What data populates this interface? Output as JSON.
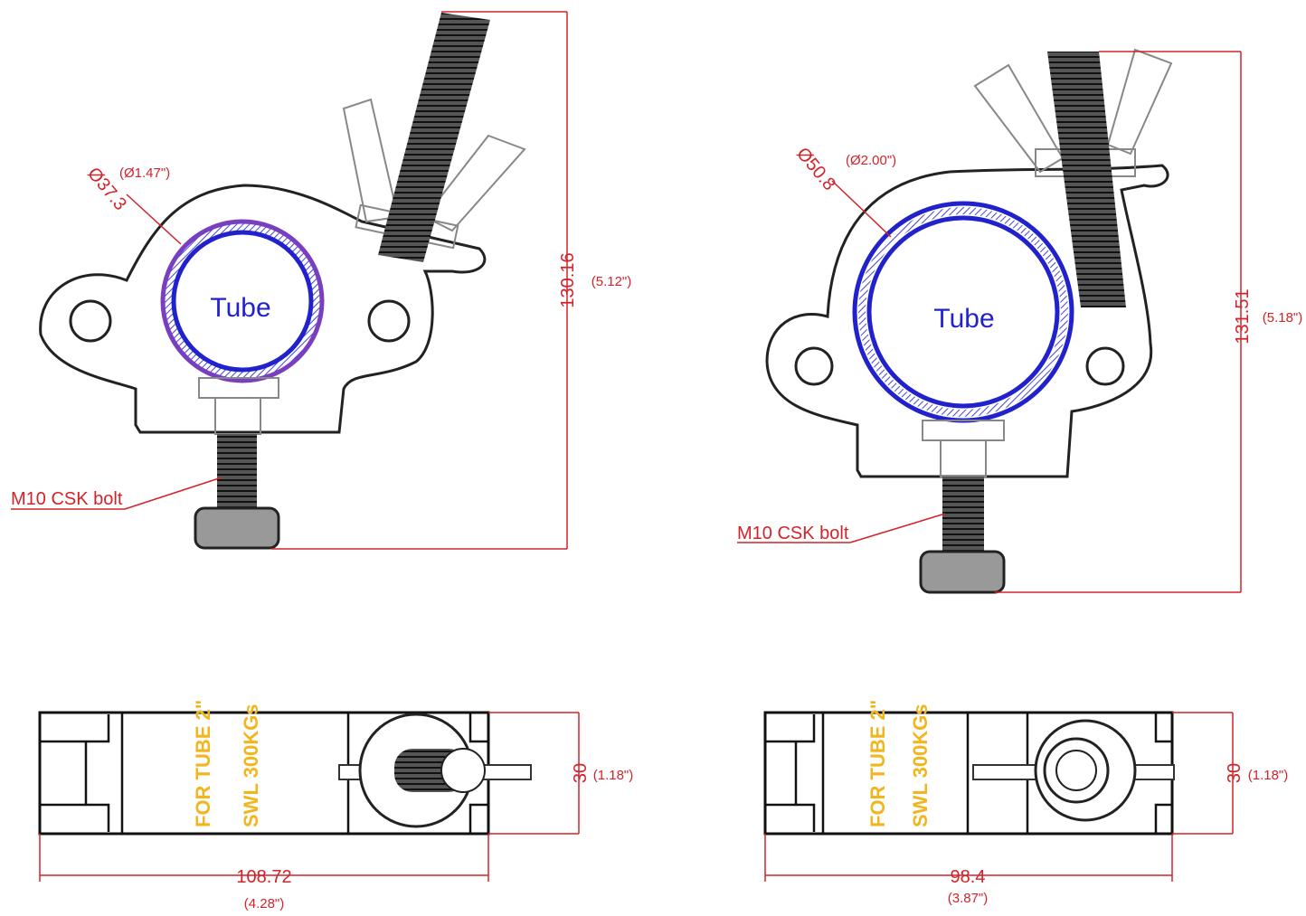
{
  "colors": {
    "dimension": "#d2232a",
    "tube": "#2222cc",
    "label": "#f2b51c"
  },
  "left_clamp": {
    "tube_label": "Tube",
    "diameter_mm": "Ø37.3",
    "diameter_in": "(Ø1.47\")",
    "height_mm": "130.16",
    "height_in": "(5.12\")",
    "bolt_label": "M10 CSK bolt"
  },
  "right_clamp": {
    "tube_label": "Tube",
    "diameter_mm": "Ø50.8",
    "diameter_in": "(Ø2.00\")",
    "height_mm": "131.51",
    "height_in": "(5.18\")",
    "bolt_label": "M10 CSK bolt"
  },
  "left_top_view": {
    "line1": "FOR TUBE 2\"",
    "line2": "SWL 300KGs",
    "thickness_mm": "30",
    "thickness_in": "(1.18\")",
    "width_mm": "108.72",
    "width_in": "(4.28\")"
  },
  "right_top_view": {
    "line1": "FOR TUBE 2\"",
    "line2": "SWL 300KGs",
    "thickness_mm": "30",
    "thickness_in": "(1.18\")",
    "width_mm": "98.4",
    "width_in": "(3.87\")"
  }
}
